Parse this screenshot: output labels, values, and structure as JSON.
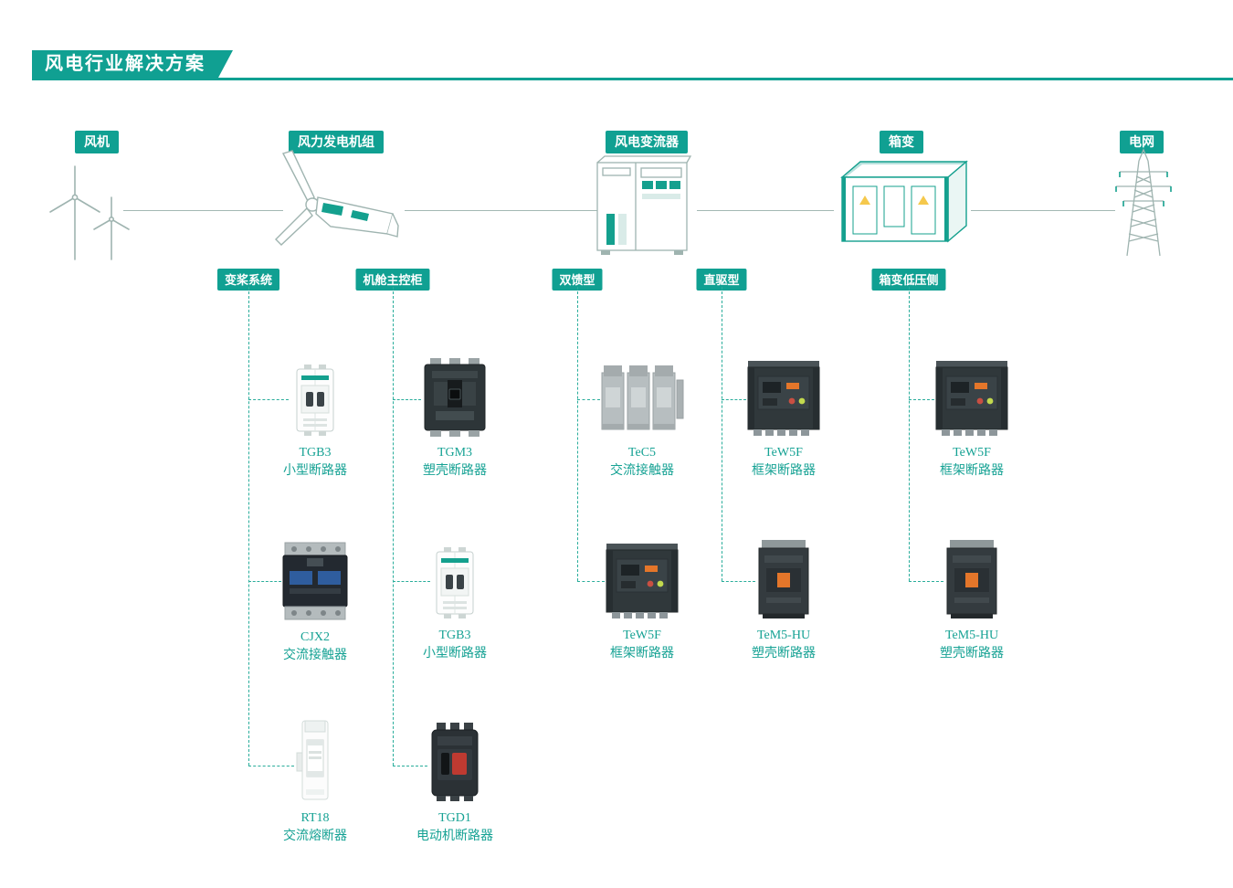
{
  "page": {
    "title": "风电行业解决方案"
  },
  "colors": {
    "accent": "#10A092",
    "caption_text": "#16A294",
    "dashed_line": "#29AD9B"
  },
  "flow": {
    "items": [
      {
        "label": "风机"
      },
      {
        "label": "风力发电机组"
      },
      {
        "label": "风电变流器"
      },
      {
        "label": "箱变"
      },
      {
        "label": "电网"
      }
    ]
  },
  "columns": [
    {
      "label": "变桨系统",
      "products": [
        {
          "model": "TGB3",
          "type": "小型断路器"
        },
        {
          "model": "CJX2",
          "type": "交流接触器"
        },
        {
          "model": "RT18",
          "type": "交流熔断器"
        }
      ]
    },
    {
      "label": "机舱主控柜",
      "products": [
        {
          "model": "TGM3",
          "type": "塑壳断路器"
        },
        {
          "model": "TGB3",
          "type": "小型断路器"
        },
        {
          "model": "TGD1",
          "type": "电动机断路器"
        }
      ]
    },
    {
      "label": "双馈型",
      "products": [
        {
          "model": "TeC5",
          "type": "交流接触器"
        },
        {
          "model": "TeW5F",
          "type": "框架断路器"
        }
      ]
    },
    {
      "label": "直驱型",
      "products": [
        {
          "model": "TeW5F",
          "type": "框架断路器"
        },
        {
          "model": "TeM5-HU",
          "type": "塑壳断路器"
        }
      ]
    },
    {
      "label": "箱变低压侧",
      "products": [
        {
          "model": "TeW5F",
          "type": "框架断路器"
        },
        {
          "model": "TeM5-HU",
          "type": "塑壳断路器"
        }
      ]
    }
  ]
}
